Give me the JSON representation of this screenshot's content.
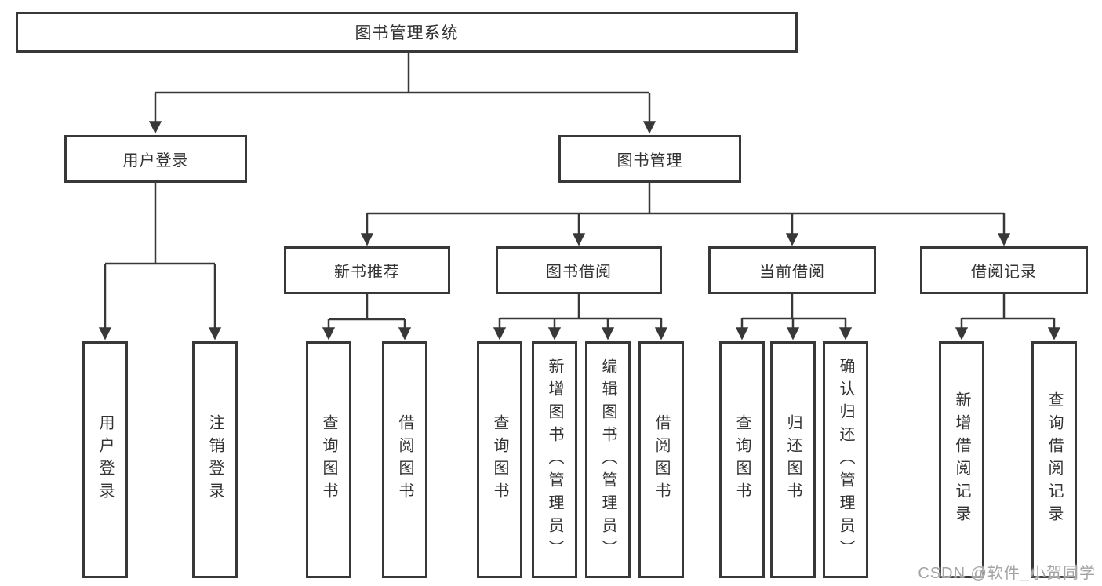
{
  "diagram": {
    "root": {
      "label": "图书管理系统"
    },
    "branches": [
      {
        "label": "用户登录",
        "children": [
          "用户登录",
          "注销登录"
        ]
      },
      {
        "label": "图书管理",
        "children": [
          {
            "label": "新书推荐",
            "children": [
              "查询图书",
              "借阅图书"
            ]
          },
          {
            "label": "图书借阅",
            "children": [
              "查询图书",
              "新增图书（管理员）",
              "编辑图书（管理员）",
              "借阅图书"
            ]
          },
          {
            "label": "当前借阅",
            "children": [
              "查询图书",
              "归还图书",
              "确认归还（管理员）"
            ]
          },
          {
            "label": "借阅记录",
            "children": [
              "新增借阅记录",
              "查询借阅记录"
            ]
          }
        ]
      }
    ],
    "watermark": "CSDN @软件_小贺同学",
    "colors": {
      "line": "#383838",
      "text": "#333333",
      "background": "#ffffff",
      "watermark": "#a3a3a3"
    }
  }
}
